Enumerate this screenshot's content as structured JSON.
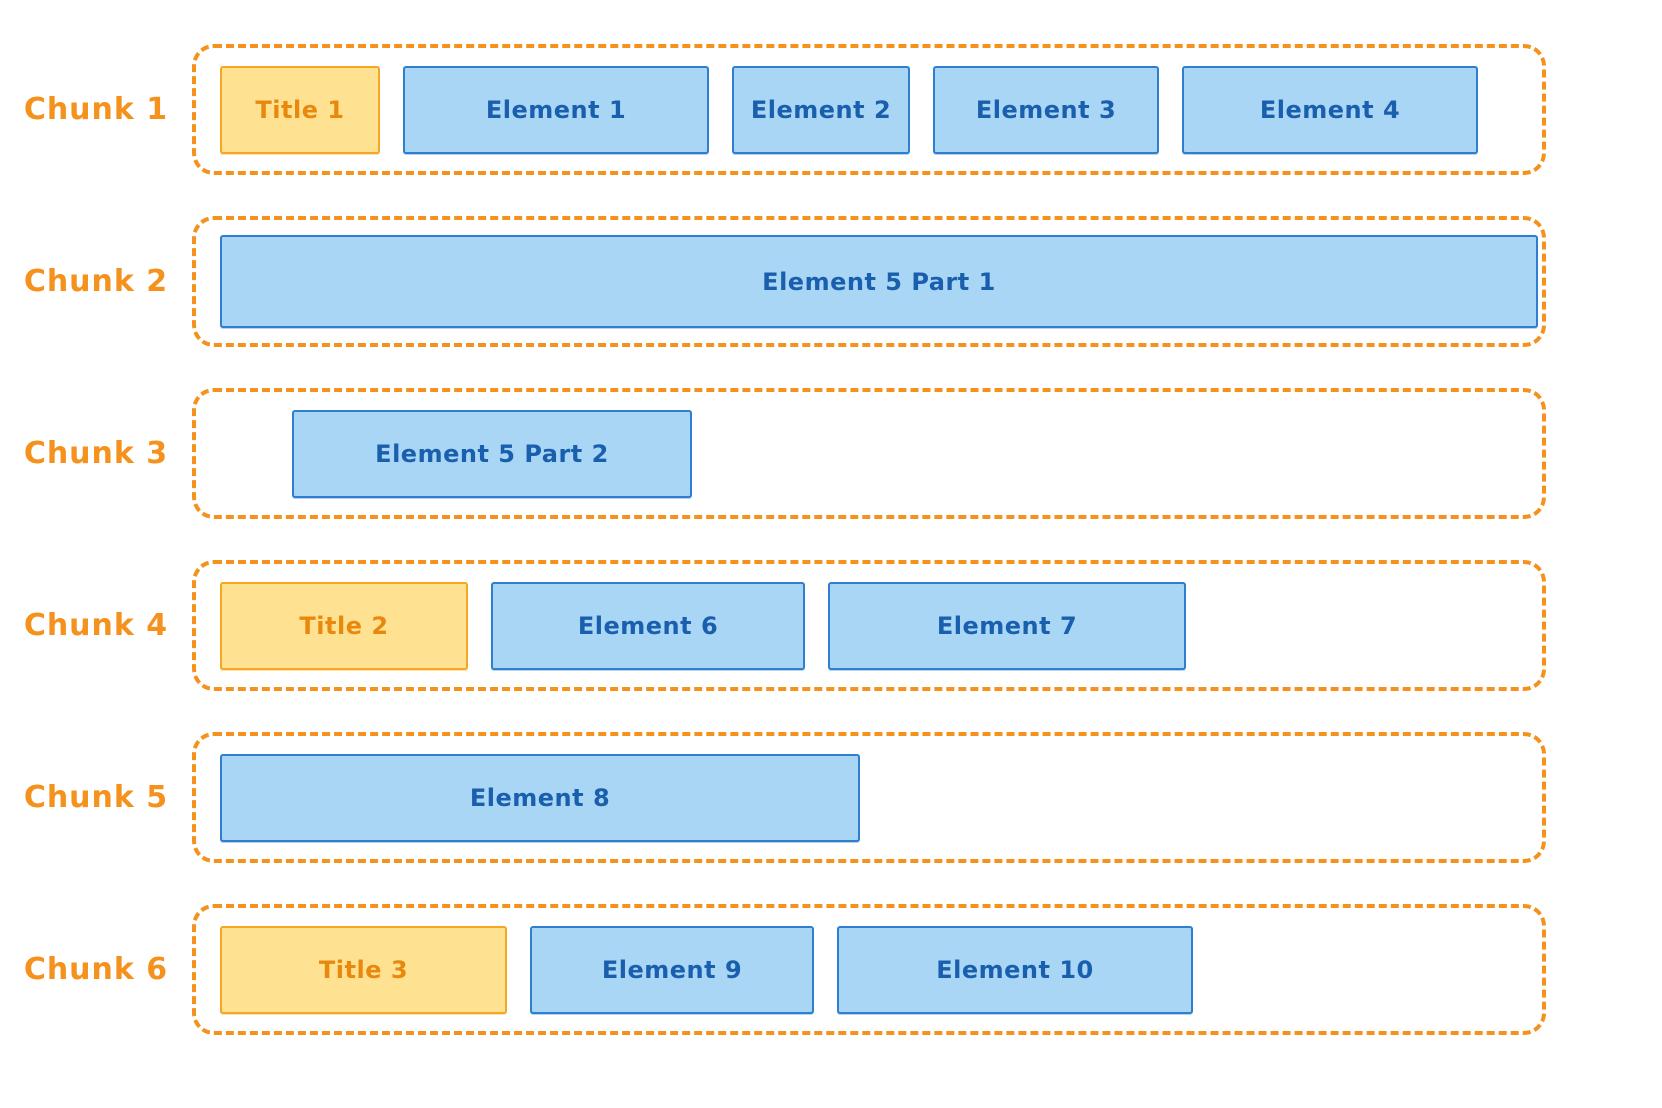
{
  "diagram": {
    "type": "chunking-diagram",
    "colors": {
      "chunk_border_orange": "#F5921E",
      "chunk_label_orange": "#F5921E",
      "title_box_fill": "#FFE291",
      "title_box_border": "#F5A623",
      "title_box_text": "#E8890E",
      "element_box_fill": "#A9D6F5",
      "element_box_border": "#2E7FD0",
      "element_box_text": "#1A5FAE"
    },
    "chunks": [
      {
        "label": "Chunk 1",
        "boxes": [
          {
            "text": "Title 1",
            "type": "title"
          },
          {
            "text": "Element 1",
            "type": "element"
          },
          {
            "text": "Element 2",
            "type": "element"
          },
          {
            "text": "Element 3",
            "type": "element"
          },
          {
            "text": "Element 4",
            "type": "element"
          }
        ]
      },
      {
        "label": "Chunk 2",
        "boxes": [
          {
            "text": "Element 5 Part 1",
            "type": "element"
          }
        ]
      },
      {
        "label": "Chunk 3",
        "boxes": [
          {
            "text": "Element 5 Part 2",
            "type": "element"
          }
        ]
      },
      {
        "label": "Chunk 4",
        "boxes": [
          {
            "text": "Title 2",
            "type": "title"
          },
          {
            "text": "Element 6",
            "type": "element"
          },
          {
            "text": "Element 7",
            "type": "element"
          }
        ]
      },
      {
        "label": "Chunk 5",
        "boxes": [
          {
            "text": "Element 8",
            "type": "element"
          }
        ]
      },
      {
        "label": "Chunk 6",
        "boxes": [
          {
            "text": "Title 3",
            "type": "title"
          },
          {
            "text": "Element 9",
            "type": "element"
          },
          {
            "text": "Element 10",
            "type": "element"
          }
        ]
      }
    ]
  }
}
